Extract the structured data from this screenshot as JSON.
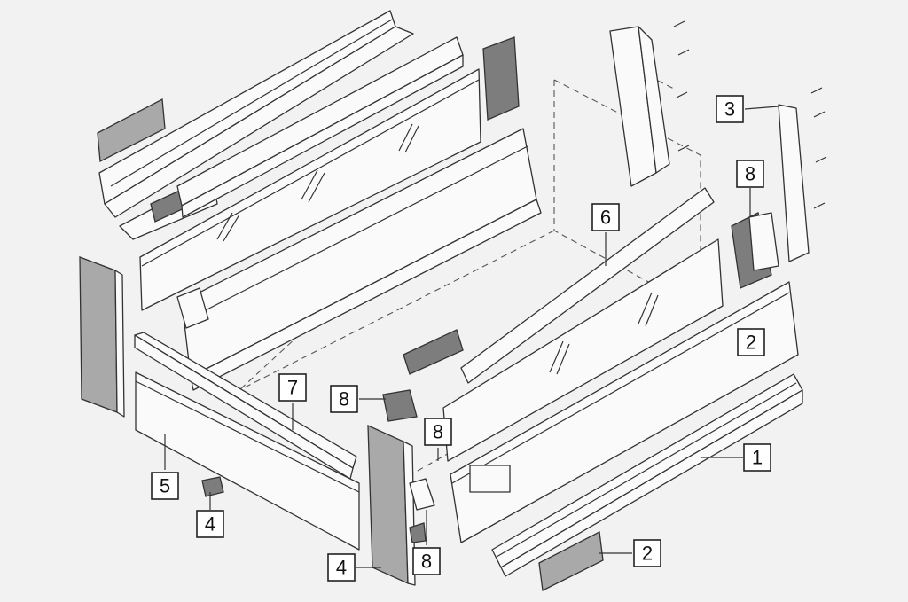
{
  "diagram": {
    "title": "Drawer system exploded view",
    "colors": {
      "background": "#f2f2f2",
      "line": "#333333",
      "cap_grey": "#a9a9a9"
    },
    "callouts": [
      "3",
      "8",
      "6",
      "2",
      "1",
      "2",
      "7",
      "8",
      "8",
      "5",
      "4",
      "4",
      "8"
    ]
  }
}
